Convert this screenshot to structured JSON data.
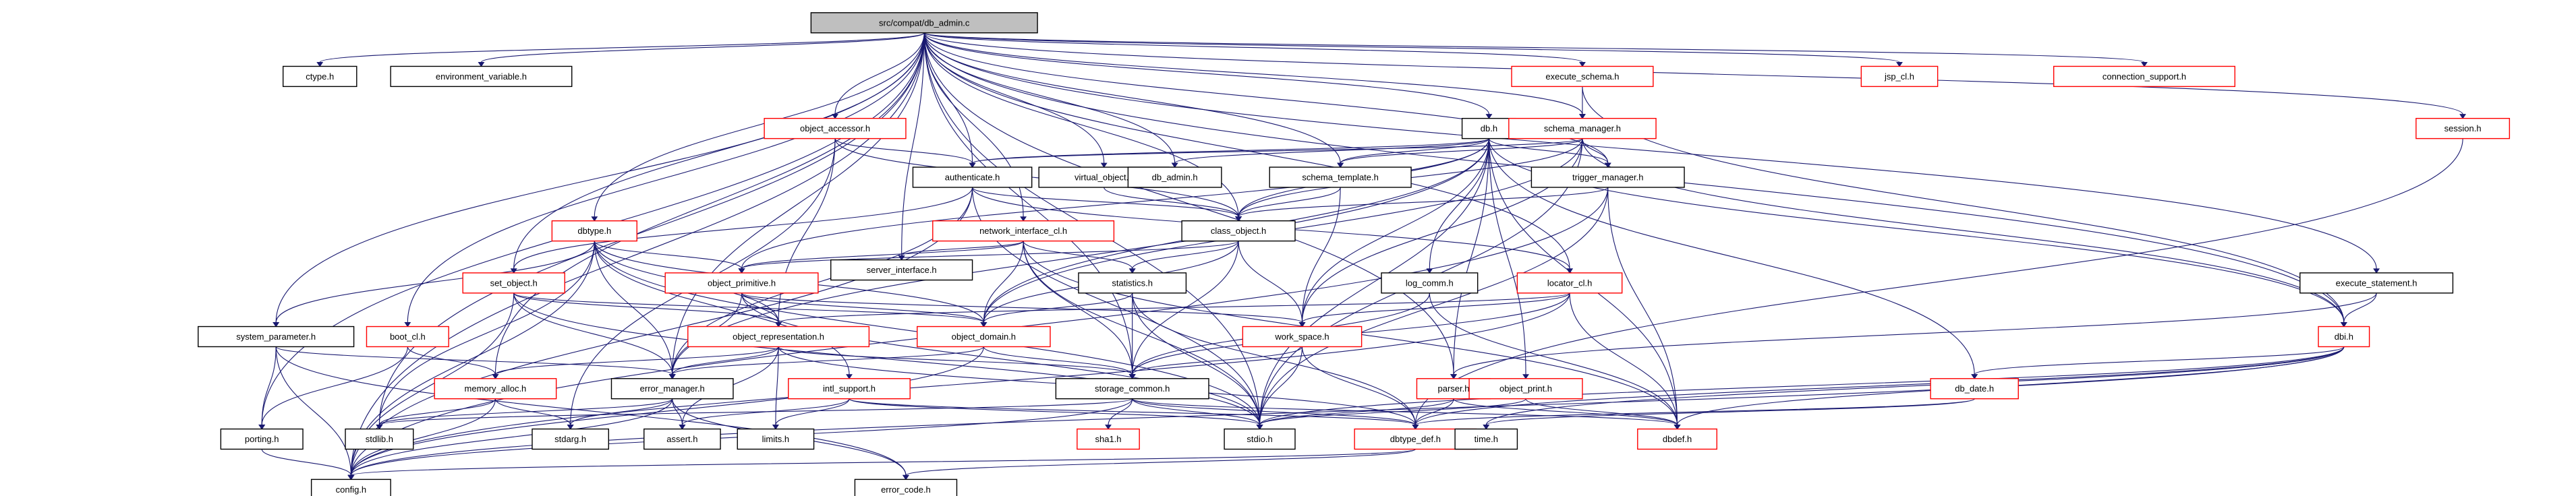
{
  "diagram": {
    "root": "src/compat/db_admin.c",
    "nodes": [
      {
        "id": "root",
        "label": "src/compat/db_admin.c",
        "style": "root"
      },
      {
        "id": "ctype",
        "label": "ctype.h",
        "style": "plain"
      },
      {
        "id": "env_var",
        "label": "environment_variable.h",
        "style": "plain"
      },
      {
        "id": "obj_accessor",
        "label": "object_accessor.h",
        "style": "linked"
      },
      {
        "id": "virtual_obj",
        "label": "virtual_object.h",
        "style": "plain"
      },
      {
        "id": "db_h",
        "label": "db.h",
        "style": "plain"
      },
      {
        "id": "exec_schema",
        "label": "execute_schema.h",
        "style": "linked"
      },
      {
        "id": "schema_mgr",
        "label": "schema_manager.h",
        "style": "linked"
      },
      {
        "id": "jsp_cl",
        "label": "jsp_cl.h",
        "style": "linked"
      },
      {
        "id": "conn_support",
        "label": "connection_support.h",
        "style": "linked"
      },
      {
        "id": "session",
        "label": "session.h",
        "style": "linked"
      },
      {
        "id": "authenticate",
        "label": "authenticate.h",
        "style": "plain"
      },
      {
        "id": "db_admin_h",
        "label": "db_admin.h",
        "style": "plain"
      },
      {
        "id": "schema_tpl",
        "label": "schema_template.h",
        "style": "plain"
      },
      {
        "id": "trigger_mgr",
        "label": "trigger_manager.h",
        "style": "plain"
      },
      {
        "id": "dbtype",
        "label": "dbtype.h",
        "style": "linked"
      },
      {
        "id": "net_iface",
        "label": "network_interface_cl.h",
        "style": "linked"
      },
      {
        "id": "class_obj",
        "label": "class_object.h",
        "style": "plain"
      },
      {
        "id": "server_iface",
        "label": "server_interface.h",
        "style": "plain"
      },
      {
        "id": "set_obj",
        "label": "set_object.h",
        "style": "linked"
      },
      {
        "id": "obj_prim",
        "label": "object_primitive.h",
        "style": "linked"
      },
      {
        "id": "statistics",
        "label": "statistics.h",
        "style": "plain"
      },
      {
        "id": "log_comm",
        "label": "log_comm.h",
        "style": "plain"
      },
      {
        "id": "locator_cl",
        "label": "locator_cl.h",
        "style": "linked"
      },
      {
        "id": "exec_stmt",
        "label": "execute_statement.h",
        "style": "plain"
      },
      {
        "id": "sys_param",
        "label": "system_parameter.h",
        "style": "plain"
      },
      {
        "id": "boot_cl",
        "label": "boot_cl.h",
        "style": "linked"
      },
      {
        "id": "obj_repr",
        "label": "object_representation.h",
        "style": "linked"
      },
      {
        "id": "obj_domain",
        "label": "object_domain.h",
        "style": "linked"
      },
      {
        "id": "work_space",
        "label": "work_space.h",
        "style": "linked"
      },
      {
        "id": "dbi",
        "label": "dbi.h",
        "style": "linked"
      },
      {
        "id": "memory_alloc",
        "label": "memory_alloc.h",
        "style": "linked"
      },
      {
        "id": "error_mgr",
        "label": "error_manager.h",
        "style": "plain"
      },
      {
        "id": "intl_support",
        "label": "intl_support.h",
        "style": "linked"
      },
      {
        "id": "storage_common",
        "label": "storage_common.h",
        "style": "plain"
      },
      {
        "id": "parser",
        "label": "parser.h",
        "style": "linked"
      },
      {
        "id": "object_print",
        "label": "object_print.h",
        "style": "linked"
      },
      {
        "id": "db_date",
        "label": "db_date.h",
        "style": "linked"
      },
      {
        "id": "porting",
        "label": "porting.h",
        "style": "plain"
      },
      {
        "id": "stdlib",
        "label": "stdlib.h",
        "style": "plain"
      },
      {
        "id": "stdarg",
        "label": "stdarg.h",
        "style": "plain"
      },
      {
        "id": "assert",
        "label": "assert.h",
        "style": "plain"
      },
      {
        "id": "limits",
        "label": "limits.h",
        "style": "plain"
      },
      {
        "id": "sha1",
        "label": "sha1.h",
        "style": "linked"
      },
      {
        "id": "stdio",
        "label": "stdio.h",
        "style": "plain"
      },
      {
        "id": "dbtype_def",
        "label": "dbtype_def.h",
        "style": "linked"
      },
      {
        "id": "time",
        "label": "time.h",
        "style": "plain"
      },
      {
        "id": "dbdef",
        "label": "dbdef.h",
        "style": "linked"
      },
      {
        "id": "config",
        "label": "config.h",
        "style": "plain"
      },
      {
        "id": "error_code",
        "label": "error_code.h",
        "style": "plain"
      }
    ],
    "edges": [
      [
        "root",
        "ctype"
      ],
      [
        "root",
        "env_var"
      ],
      [
        "root",
        "obj_accessor"
      ],
      [
        "root",
        "virtual_obj"
      ],
      [
        "root",
        "db_h"
      ],
      [
        "root",
        "exec_schema"
      ],
      [
        "root",
        "schema_mgr"
      ],
      [
        "root",
        "jsp_cl"
      ],
      [
        "root",
        "conn_support"
      ],
      [
        "root",
        "session"
      ],
      [
        "root",
        "authenticate"
      ],
      [
        "root",
        "db_admin_h"
      ],
      [
        "root",
        "schema_tpl"
      ],
      [
        "root",
        "trigger_mgr"
      ],
      [
        "root",
        "dbtype"
      ],
      [
        "root",
        "net_iface"
      ],
      [
        "root",
        "class_obj"
      ],
      [
        "root",
        "server_iface"
      ],
      [
        "root",
        "set_obj"
      ],
      [
        "root",
        "exec_stmt"
      ],
      [
        "root",
        "sys_param"
      ],
      [
        "root",
        "boot_cl"
      ],
      [
        "root",
        "storage_common"
      ],
      [
        "root",
        "dbi"
      ],
      [
        "root",
        "memory_alloc"
      ],
      [
        "root",
        "error_mgr"
      ],
      [
        "root",
        "porting"
      ],
      [
        "root",
        "stdlib"
      ],
      [
        "root",
        "stdio"
      ],
      [
        "root",
        "config"
      ],
      [
        "root",
        "parser"
      ],
      [
        "root",
        "locator_cl"
      ],
      [
        "obj_accessor",
        "authenticate"
      ],
      [
        "obj_accessor",
        "class_obj"
      ],
      [
        "obj_accessor",
        "obj_repr"
      ],
      [
        "obj_accessor",
        "stdarg"
      ],
      [
        "virtual_obj",
        "class_obj"
      ],
      [
        "db_h",
        "authenticate"
      ],
      [
        "db_h",
        "db_admin_h"
      ],
      [
        "db_h",
        "schema_tpl"
      ],
      [
        "db_h",
        "trigger_mgr"
      ],
      [
        "db_h",
        "class_obj"
      ],
      [
        "db_h",
        "log_comm"
      ],
      [
        "db_h",
        "dbi"
      ],
      [
        "db_h",
        "db_date"
      ],
      [
        "db_h",
        "obj_domain"
      ],
      [
        "db_h",
        "obj_prim"
      ],
      [
        "db_h",
        "stdio"
      ],
      [
        "db_h",
        "dbdef"
      ],
      [
        "db_h",
        "object_print"
      ],
      [
        "db_h",
        "error_mgr"
      ],
      [
        "db_h",
        "parser"
      ],
      [
        "db_h",
        "work_space"
      ],
      [
        "exec_schema",
        "schema_mgr"
      ],
      [
        "exec_schema",
        "dbi"
      ],
      [
        "schema_mgr",
        "authenticate"
      ],
      [
        "schema_mgr",
        "class_obj"
      ],
      [
        "schema_mgr",
        "trigger_mgr"
      ],
      [
        "schema_mgr",
        "schema_tpl"
      ],
      [
        "schema_mgr",
        "obj_domain"
      ],
      [
        "schema_mgr",
        "work_space"
      ],
      [
        "schema_mgr",
        "dbi"
      ],
      [
        "schema_mgr",
        "stdio"
      ],
      [
        "session",
        "dbtype_def"
      ],
      [
        "authenticate",
        "class_obj"
      ],
      [
        "authenticate",
        "locator_cl"
      ],
      [
        "authenticate",
        "error_mgr"
      ],
      [
        "authenticate",
        "set_obj"
      ],
      [
        "authenticate",
        "stdio"
      ],
      [
        "authenticate",
        "config"
      ],
      [
        "schema_tpl",
        "class_obj"
      ],
      [
        "schema_tpl",
        "work_space"
      ],
      [
        "trigger_mgr",
        "class_obj"
      ],
      [
        "trigger_mgr",
        "stdio"
      ],
      [
        "trigger_mgr",
        "dbdef"
      ],
      [
        "trigger_mgr",
        "config"
      ],
      [
        "dbtype",
        "obj_prim"
      ],
      [
        "dbtype",
        "obj_domain"
      ],
      [
        "dbtype",
        "obj_repr"
      ],
      [
        "dbtype",
        "error_mgr"
      ],
      [
        "dbtype",
        "sys_param"
      ],
      [
        "dbtype",
        "stdlib"
      ],
      [
        "dbtype",
        "config"
      ],
      [
        "dbtype",
        "stdio"
      ],
      [
        "dbtype",
        "intl_support"
      ],
      [
        "net_iface",
        "server_iface"
      ],
      [
        "net_iface",
        "statistics"
      ],
      [
        "net_iface",
        "obj_domain"
      ],
      [
        "net_iface",
        "obj_prim"
      ],
      [
        "net_iface",
        "storage_common"
      ],
      [
        "net_iface",
        "stdio"
      ],
      [
        "net_iface",
        "dbdef"
      ],
      [
        "class_obj",
        "statistics"
      ],
      [
        "class_obj",
        "obj_domain"
      ],
      [
        "class_obj",
        "work_space"
      ],
      [
        "class_obj",
        "obj_prim"
      ],
      [
        "class_obj",
        "storage_common"
      ],
      [
        "set_obj",
        "obj_domain"
      ],
      [
        "set_obj",
        "error_mgr"
      ],
      [
        "set_obj",
        "obj_repr"
      ],
      [
        "set_obj",
        "config"
      ],
      [
        "set_obj",
        "stdio"
      ],
      [
        "obj_prim",
        "obj_repr"
      ],
      [
        "obj_prim",
        "obj_domain"
      ],
      [
        "obj_prim",
        "error_mgr"
      ],
      [
        "obj_prim",
        "work_space"
      ],
      [
        "obj_prim",
        "stdio"
      ],
      [
        "statistics",
        "storage_common"
      ],
      [
        "statistics",
        "obj_domain"
      ],
      [
        "statistics",
        "dbtype_def"
      ],
      [
        "statistics",
        "stdio"
      ],
      [
        "log_comm",
        "storage_common"
      ],
      [
        "log_comm",
        "dbdef"
      ],
      [
        "locator_cl",
        "work_space"
      ],
      [
        "locator_cl",
        "storage_common"
      ],
      [
        "locator_cl",
        "obj_repr"
      ],
      [
        "locator_cl",
        "config"
      ],
      [
        "locator_cl",
        "dbdef"
      ],
      [
        "exec_stmt",
        "dbi"
      ],
      [
        "exec_stmt",
        "parser"
      ],
      [
        "sys_param",
        "porting"
      ],
      [
        "sys_param",
        "error_mgr"
      ],
      [
        "sys_param",
        "config"
      ],
      [
        "sys_param",
        "error_code"
      ],
      [
        "boot_cl",
        "porting"
      ],
      [
        "boot_cl",
        "memory_alloc"
      ],
      [
        "obj_repr",
        "memory_alloc"
      ],
      [
        "obj_repr",
        "error_mgr"
      ],
      [
        "obj_repr",
        "storage_common"
      ],
      [
        "obj_repr",
        "limits"
      ],
      [
        "obj_repr",
        "assert"
      ],
      [
        "obj_repr",
        "dbtype_def"
      ],
      [
        "obj_domain",
        "error_mgr"
      ],
      [
        "obj_domain",
        "storage_common"
      ],
      [
        "obj_domain",
        "config"
      ],
      [
        "work_space",
        "storage_common"
      ],
      [
        "work_space",
        "stdio"
      ],
      [
        "work_space",
        "dbtype_def"
      ],
      [
        "dbi",
        "db_date"
      ],
      [
        "dbi",
        "stdio"
      ],
      [
        "dbi",
        "dbdef"
      ],
      [
        "dbi",
        "config"
      ],
      [
        "dbi",
        "time"
      ],
      [
        "dbi",
        "dbtype_def"
      ],
      [
        "memory_alloc",
        "stdlib"
      ],
      [
        "memory_alloc",
        "stdarg"
      ],
      [
        "memory_alloc",
        "config"
      ],
      [
        "error_mgr",
        "stdarg"
      ],
      [
        "error_mgr",
        "stdlib"
      ],
      [
        "error_mgr",
        "assert"
      ],
      [
        "error_mgr",
        "config"
      ],
      [
        "error_mgr",
        "error_code"
      ],
      [
        "intl_support",
        "assert"
      ],
      [
        "intl_support",
        "limits"
      ],
      [
        "intl_support",
        "stdio"
      ],
      [
        "intl_support",
        "dbtype_def"
      ],
      [
        "storage_common",
        "stdio"
      ],
      [
        "storage_common",
        "sha1"
      ],
      [
        "storage_common",
        "dbtype_def"
      ],
      [
        "storage_common",
        "config"
      ],
      [
        "storage_common",
        "stdlib"
      ],
      [
        "storage_common",
        "dbdef"
      ],
      [
        "parser",
        "stdio"
      ],
      [
        "parser",
        "dbdef"
      ],
      [
        "parser",
        "dbtype_def"
      ],
      [
        "object_print",
        "stdio"
      ],
      [
        "object_print",
        "dbdef"
      ],
      [
        "db_date",
        "time"
      ],
      [
        "db_date",
        "dbtype_def"
      ],
      [
        "porting",
        "config"
      ],
      [
        "dbtype_def",
        "error_code"
      ],
      [
        "dbtype_def",
        "config"
      ]
    ],
    "colors": {
      "edge": "#191970",
      "root_fill": "#bfbfbf",
      "root_border": "#000000",
      "plain_border": "#000000",
      "linked_border": "#ff0000",
      "node_fill": "#ffffff",
      "text": "#000000"
    }
  }
}
